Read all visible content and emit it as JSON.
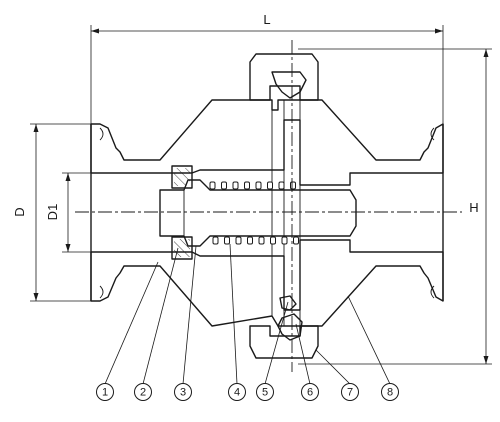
{
  "dimensions": {
    "length": "L",
    "height": "H",
    "outer_diameter": "D",
    "inner_diameter": "D1"
  },
  "parts": [
    {
      "number": "1"
    },
    {
      "number": "2"
    },
    {
      "number": "3"
    },
    {
      "number": "4"
    },
    {
      "number": "5"
    },
    {
      "number": "6"
    },
    {
      "number": "7"
    },
    {
      "number": "8"
    }
  ]
}
